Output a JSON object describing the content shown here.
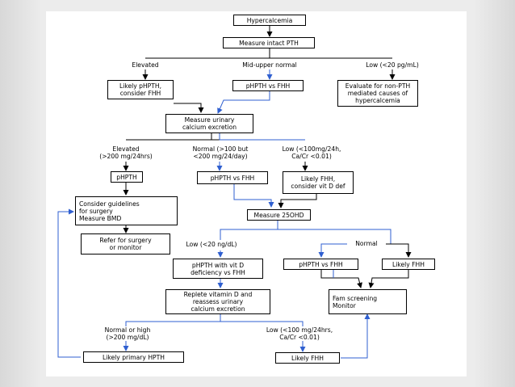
{
  "colors": {
    "black": "#000000",
    "blue": "#2f5fd0"
  },
  "nodes": {
    "hypercalcemia": "Hypercalcemia",
    "measure_pth": "Measure intact PTH",
    "likely_phpth": "Likely pHPTH,\nconsider FHH",
    "phpth_vs_fhh_1": "pHPTH vs FHH",
    "non_pth": "Evaluate for non-PTH\nmediated causes of\nhypercalcemia",
    "urinary_calcium": "Measure urinary\ncalcium excretion",
    "phpth": "pHPTH",
    "phpth_vs_fhh_2": "pHPTH vs FHH",
    "likely_fhh_vitd": "Likely FHH,\nconsider vit D def",
    "guidelines": "Consider guidelines\nfor surgery\nMeasure BMD",
    "measure_25ohd": "Measure 25OHD",
    "refer_surgery": "Refer for surgery\nor monitor",
    "phpth_vitd": "pHPTH with vit D\ndeficiency vs FHH",
    "phpth_vs_fhh_3": "pHPTH vs FHH",
    "likely_fhh_1": "Likely FHH",
    "replete_vitd": "Replete vitamin D and\nreassess urinary\ncalcium excretion",
    "fam_screening": "Fam screening\nMonitor",
    "likely_primary": "Likely primary HPTH",
    "likely_fhh_2": "Likely FHH"
  },
  "labels": {
    "elevated": "Elevated",
    "mid_upper_normal": "Mid-upper normal",
    "low_pth": "Low (<20 pg/mL)",
    "u_elevated": "Elevated\n(>200 mg/24hrs)",
    "u_normal": "Normal (>100 but\n<200 mg/24/day)",
    "u_low": "Low (<100mg/24h,\nCa/Cr <0.01)",
    "d_low": "Low (<20 ng/dL)",
    "d_normal": "Normal",
    "r_normal_high": "Normal or high\n(>200 mg/dL)",
    "r_low": "Low (<100 mg/24hrs,\nCa/Cr <0.01)"
  }
}
